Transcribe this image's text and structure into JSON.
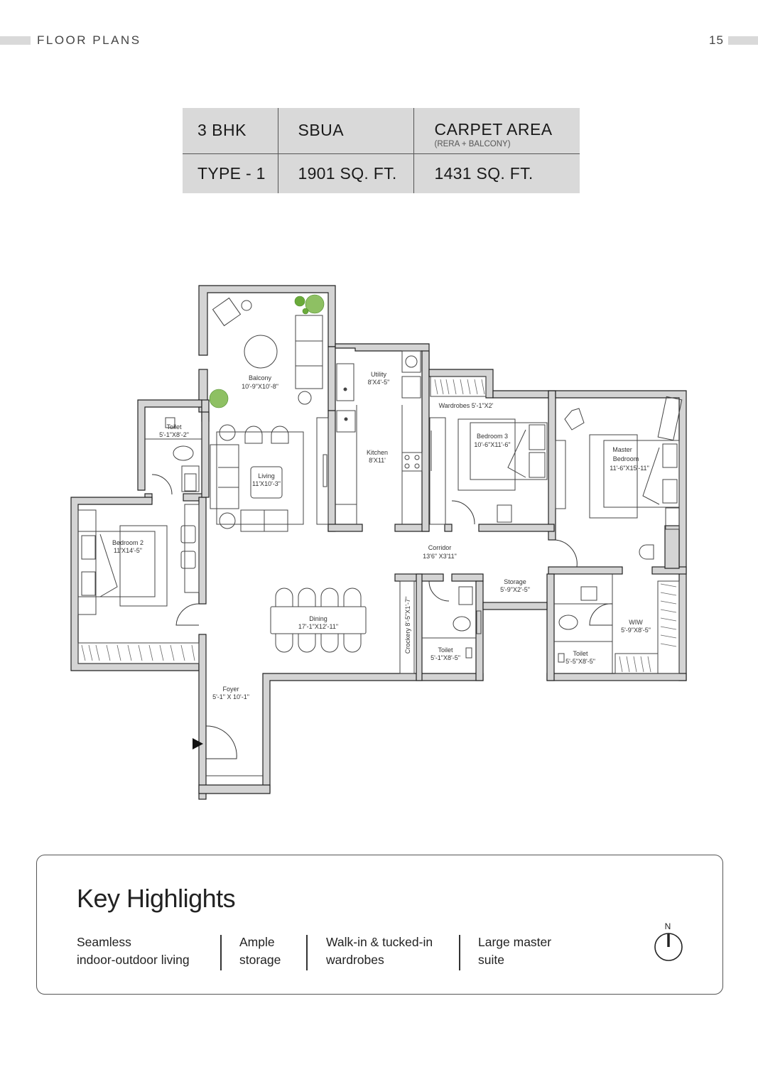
{
  "header": {
    "section_title": "FLOOR PLANS",
    "page_number": "15"
  },
  "area_table": {
    "headers": {
      "unit": "3 BHK",
      "sbua": "SBUA",
      "carpet": "CARPET AREA",
      "carpet_note": "(RERA + BALCONY)"
    },
    "row": {
      "type": "TYPE - 1",
      "sbua_value": "1901 SQ. FT.",
      "carpet_value": "1431 SQ. FT."
    }
  },
  "floor_plan": {
    "rooms": {
      "balcony": {
        "name": "Balcony",
        "size": "10'-9\"X10'-8\""
      },
      "utility": {
        "name": "Utility",
        "size": "8'X4'-5\""
      },
      "toilet_1": {
        "name": "Toilet",
        "size": "5'-1\"X8'-2\""
      },
      "living": {
        "name": "Living",
        "size": "11'X10'-3\""
      },
      "kitchen": {
        "name": "Kitchen",
        "size": "8'X11'"
      },
      "wardrobes": {
        "name": "Wardrobes 5'-1\"X2'"
      },
      "bedroom_3": {
        "name": "Bedroom 3",
        "size": "10'-6\"X11'-6\""
      },
      "master_bedroom": {
        "name_line1": "Master",
        "name_line2": "Bedroom",
        "size": "11'-6\"X15'-11\""
      },
      "bedroom_2": {
        "name": "Bedroom 2",
        "size": "11'X14'-5\""
      },
      "corridor": {
        "name": "Corridor",
        "size": "13'6\" X3'11\""
      },
      "storage": {
        "name": "Storage",
        "size": "5'-9\"X2'-5\""
      },
      "dining": {
        "name": "Dining",
        "size": "17'-1\"X12'-11\""
      },
      "crockery": {
        "name": "Crockery 8'-5\"X1'-7\""
      },
      "toilet_2": {
        "name": "Toilet",
        "size": "5'-1\"X8'-5\""
      },
      "wiw": {
        "name": "WIW",
        "size": "5'-9\"X8'-5\""
      },
      "toilet_3": {
        "name": "Toilet",
        "size": "5'-5\"X8'-5\""
      },
      "foyer": {
        "name": "Foyer",
        "size": "5'-1\" X 10'-1\""
      }
    },
    "entry_marker": "entry-arrow-icon"
  },
  "key_highlights": {
    "title": "Key Highlights",
    "items": [
      {
        "line1": "Seamless",
        "line2": "indoor-outdoor living"
      },
      {
        "line1": "Ample",
        "line2": "storage"
      },
      {
        "line1": "Walk-in & tucked-in",
        "line2": "wardrobes"
      },
      {
        "line1": "Large master",
        "line2": "suite"
      }
    ],
    "compass_label": "N"
  },
  "colors": {
    "wall_fill": "#d4d4d4",
    "wall_stroke": "#222222",
    "table_bg": "#d9d9d9",
    "plant_green": "#6aaa3a"
  }
}
